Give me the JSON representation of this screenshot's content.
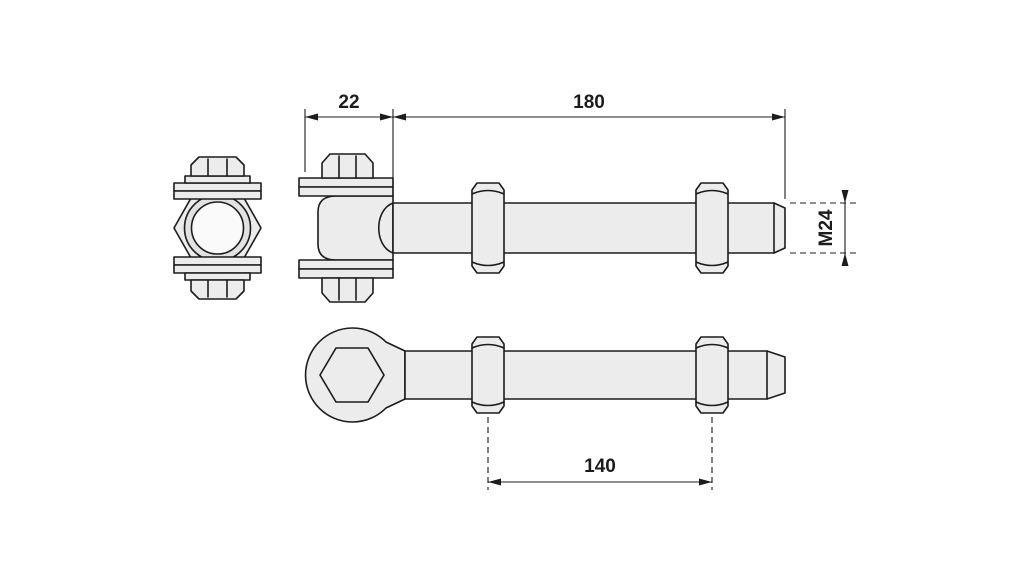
{
  "drawing": {
    "dimensions": {
      "head_width": "22",
      "shaft_length": "180",
      "thread": "M24",
      "nut_span": "140"
    },
    "colors": {
      "line": "#1c1c1c",
      "part_fill": "#ececec",
      "ring_fill": "#e2e2e2",
      "hole_fill": "#fafafa",
      "background": "#ffffff"
    }
  }
}
